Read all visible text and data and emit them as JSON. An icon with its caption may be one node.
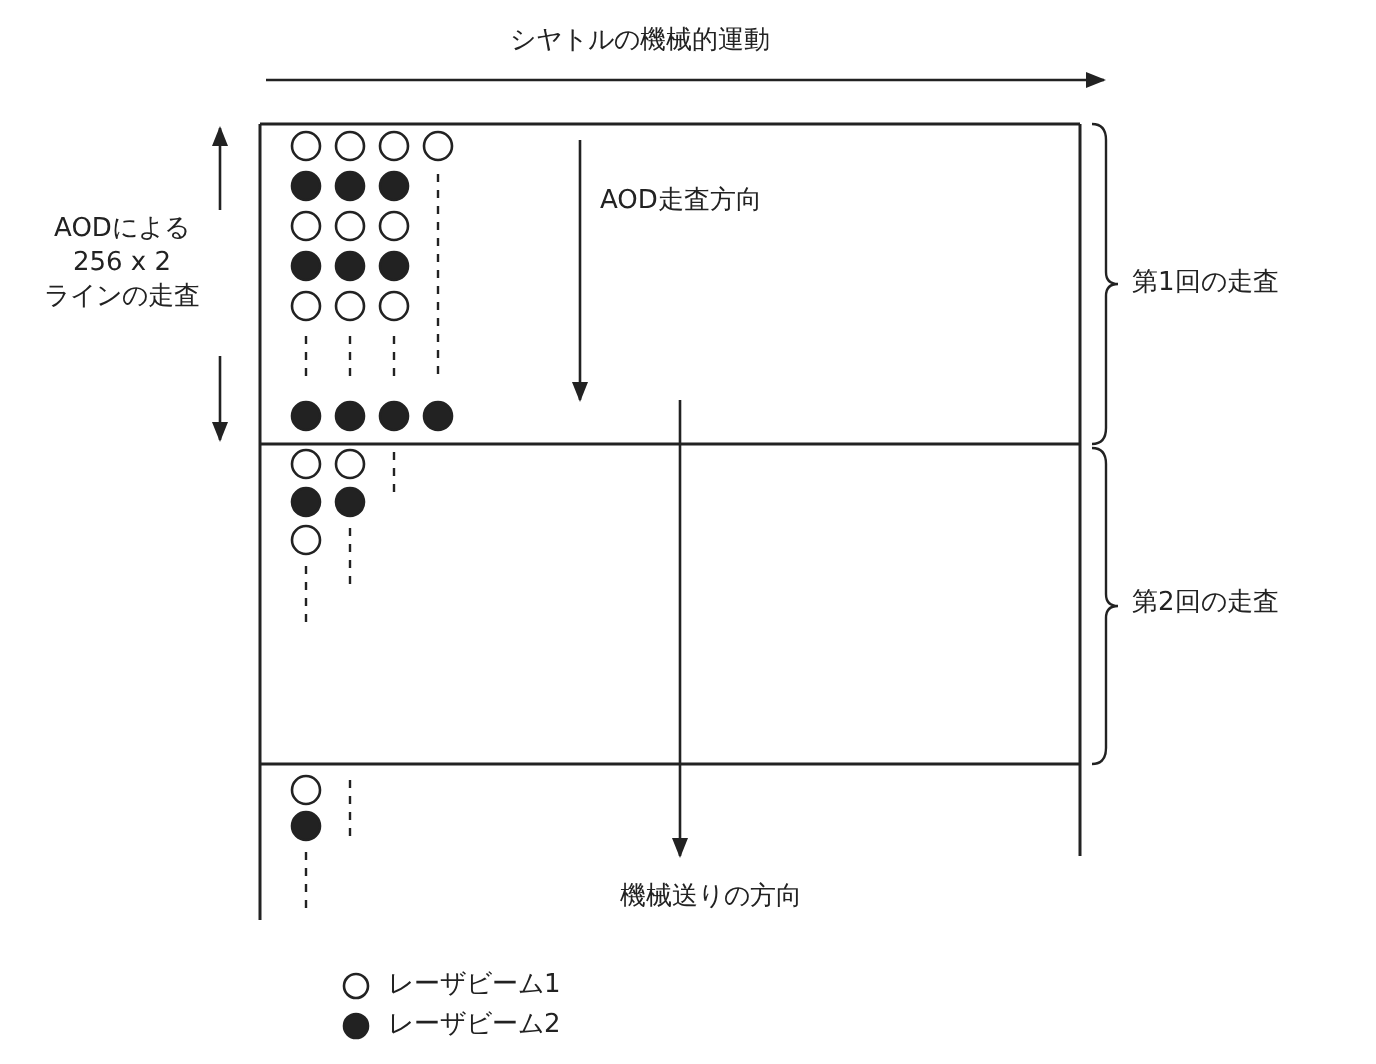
{
  "diagram": {
    "labels": [
      "シヤトルの機械的運動",
      "AODによる 256 x 2 ラインの走査",
      "AOD走査方向",
      "第1回の走査",
      "第2回の走査",
      "機械送りの方向"
    ],
    "legend": [
      {
        "text": "レーザビーム1"
      },
      {
        "text": "レーザビーム2"
      }
    ]
  }
}
